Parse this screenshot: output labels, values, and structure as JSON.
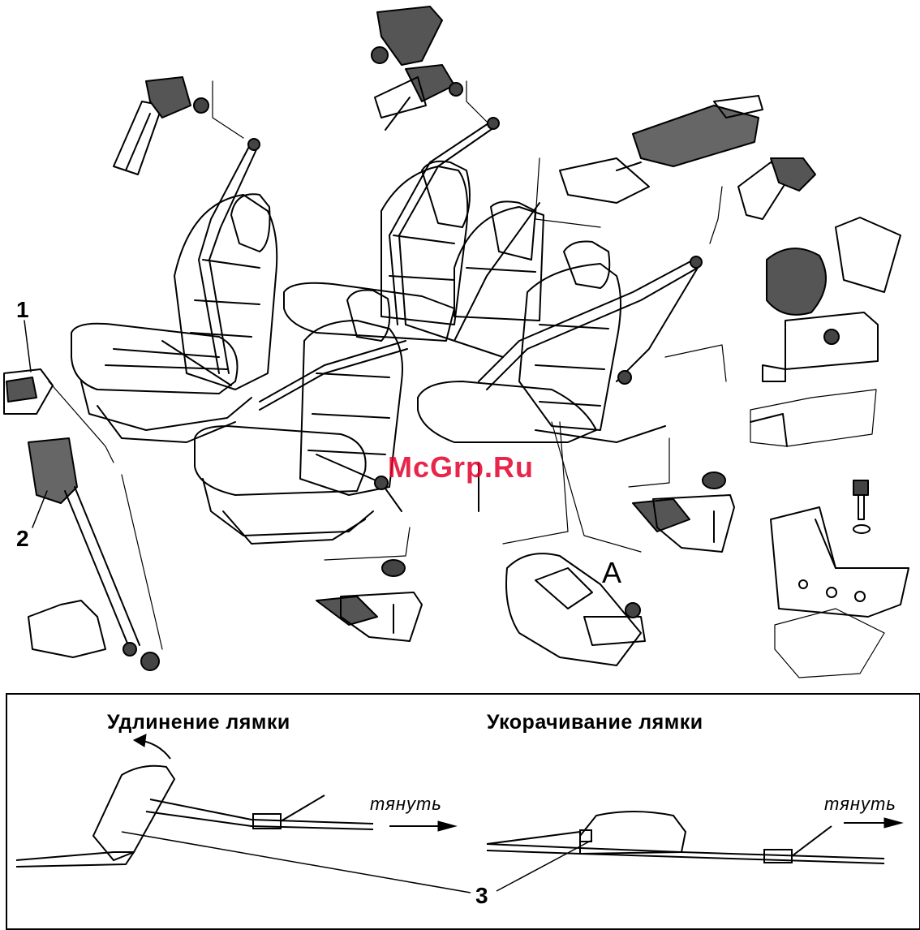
{
  "callouts": {
    "one": "1",
    "two": "2",
    "three": "3",
    "detail_a": "A"
  },
  "inset": {
    "lengthen_title": "Удлинение лямки",
    "shorten_title": "Укорачивание лямки",
    "pull_left": "тянуть",
    "pull_right": "тянуть"
  },
  "watermark": "McGrp.Ru",
  "colors": {
    "ink": "#000000",
    "watermark": "#e4002b",
    "paper": "#ffffff"
  }
}
